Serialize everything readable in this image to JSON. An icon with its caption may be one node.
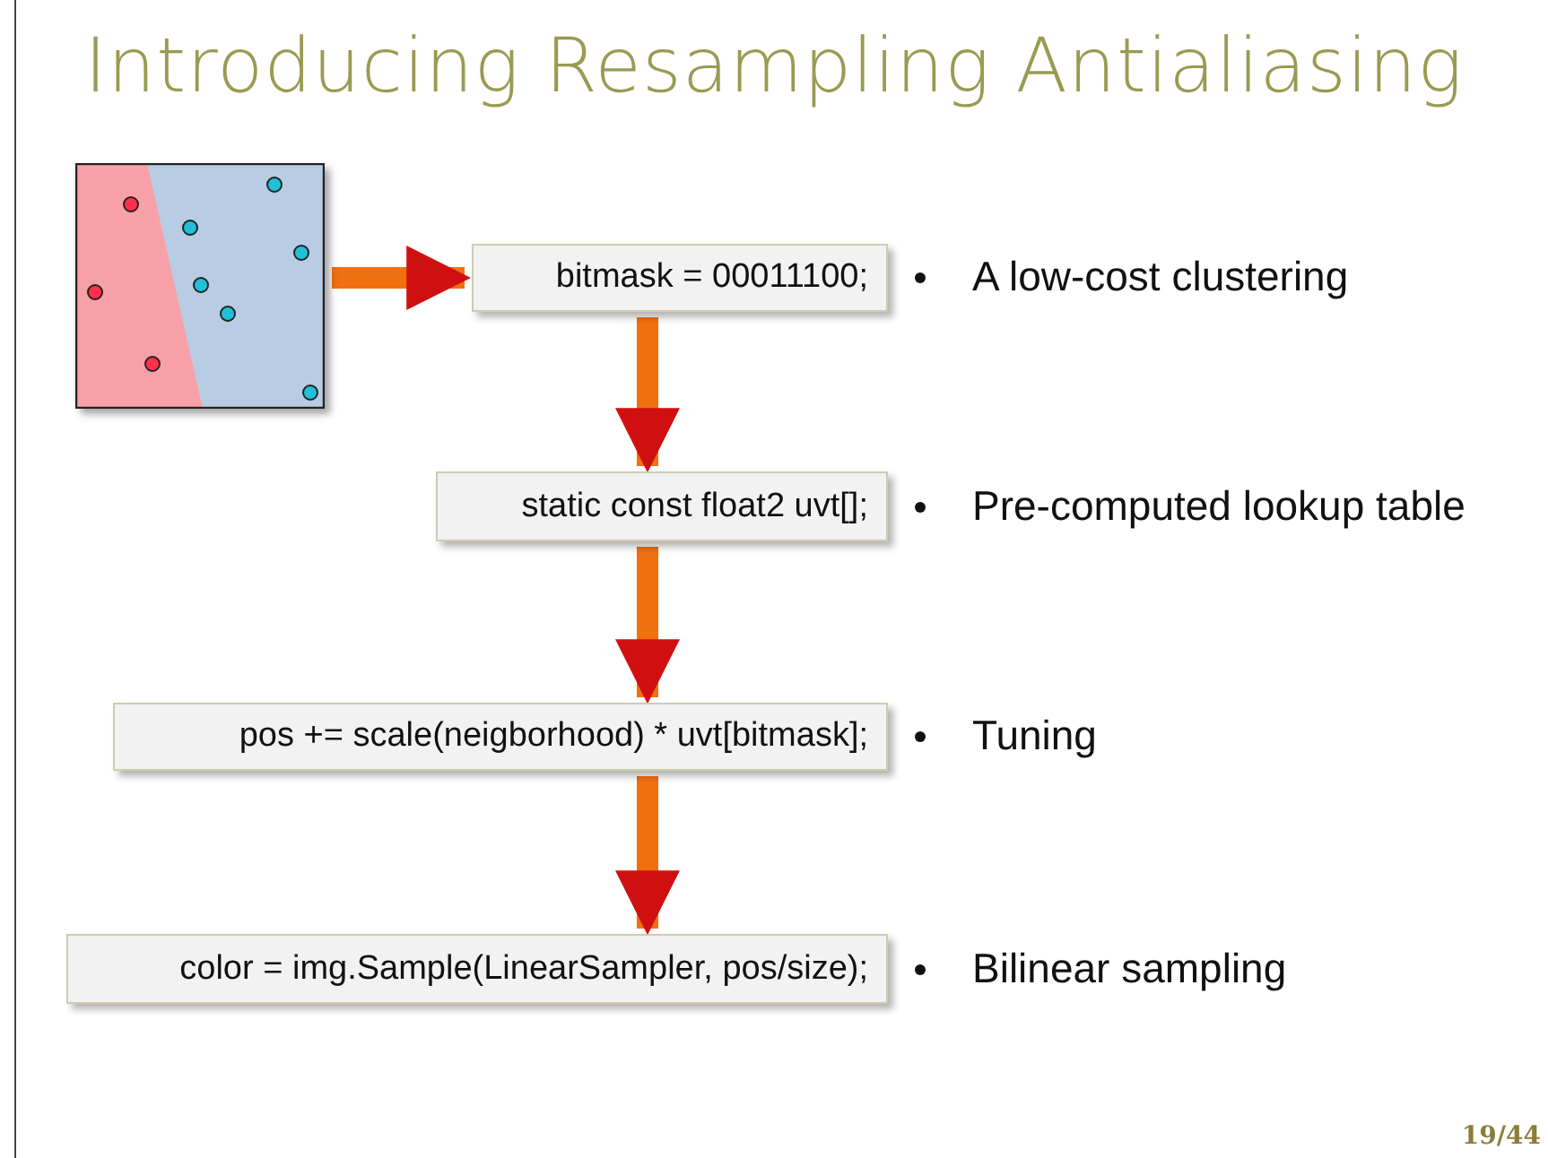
{
  "diagram": {
    "title": "Introducing Resampling Antialiasing",
    "nodes": [
      {
        "text": [],
        "shape": "picture"
      },
      {
        "text": [
          "bitmask = 00011100;"
        ],
        "beside": [
          "A low-cost clustering"
        ]
      },
      {
        "text": [
          "static const float2 uvt[];"
        ],
        "beside": [
          "Pre-computed lookup table"
        ]
      },
      {
        "text": [
          "pos += scale(neigborhood) * uvt[bitmask];"
        ],
        "beside": [
          "Tuning"
        ]
      },
      {
        "text": [
          "color = img.Sample(LinearSampler, pos/size);"
        ],
        "beside": [
          "Bilinear sampling"
        ]
      }
    ],
    "edges": [
      {
        "from": 0,
        "to": 1,
        "arrow": "to"
      },
      {
        "from": 1,
        "to": 2,
        "arrow": "to"
      },
      {
        "from": 2,
        "to": 3,
        "arrow": "to"
      },
      {
        "from": 3,
        "to": 4,
        "arrow": "to"
      }
    ],
    "labels": [
      "19/44"
    ]
  }
}
